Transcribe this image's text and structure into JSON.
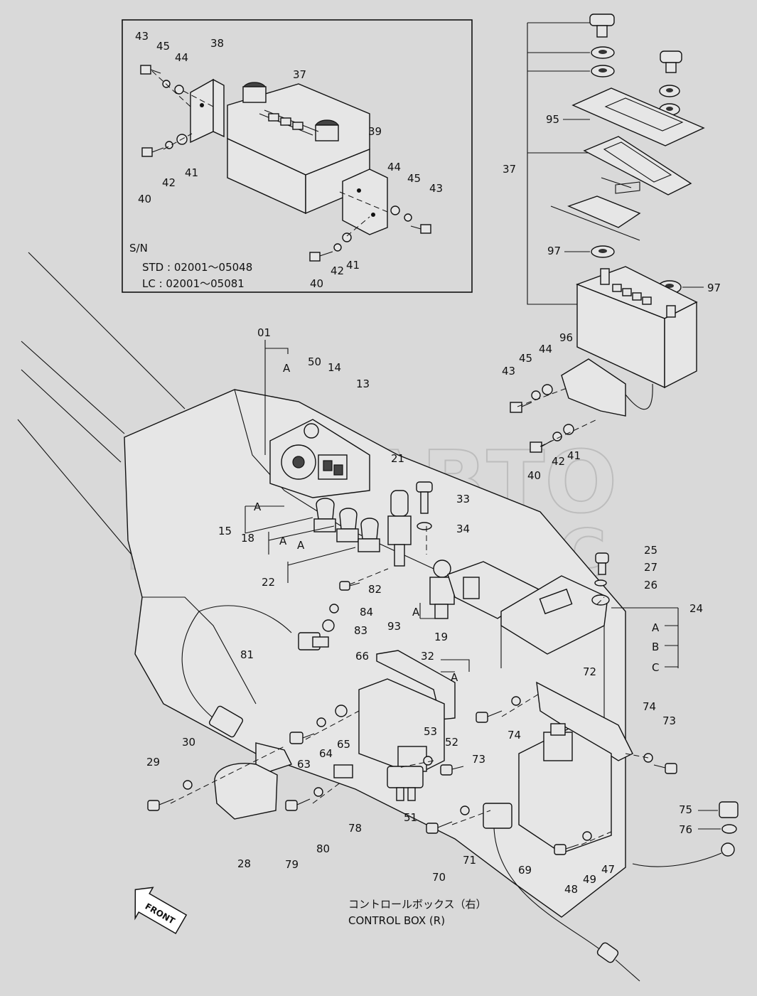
{
  "inset": {
    "serial_title": "S/N",
    "serial_std": "STD : 02001～05048",
    "serial_lc": "LC   : 02001～05081"
  },
  "caption": {
    "japanese": "コントロールボックス（右）",
    "english": "CONTROL BOX (R)"
  },
  "front_label": "FRONT",
  "watermark": {
    "line1": "АВТО",
    "line2": "АЛЬЯНС"
  },
  "labels": {
    "inset_43a": "43",
    "inset_45a": "45",
    "inset_44a": "44",
    "inset_38": "38",
    "inset_37": "37",
    "inset_40a": "40",
    "inset_42a": "42",
    "inset_41a": "41",
    "inset_39": "39",
    "inset_44b": "44",
    "inset_45b": "45",
    "inset_43b": "43",
    "inset_40b": "40",
    "inset_42b": "42",
    "inset_41b": "41",
    "r37": "37",
    "r95": "95",
    "r97a": "97",
    "r97b": "97",
    "r96": "96",
    "r45": "45",
    "r44": "44",
    "r43": "43",
    "r40": "40",
    "r42": "42",
    "r41": "41",
    "p01": "01",
    "pA1": "A",
    "p50": "50",
    "p14": "14",
    "p13": "13",
    "p21": "21",
    "p33": "33",
    "p34": "34",
    "pA2": "A",
    "p15": "15",
    "pA3": "A",
    "p18": "18",
    "pA4": "A",
    "p22": "22",
    "p82": "82",
    "p84": "84",
    "p83": "83",
    "p81": "81",
    "pA5": "A",
    "p19": "19",
    "p25": "25",
    "p27": "27",
    "p26": "26",
    "p24": "24",
    "pA6": "A",
    "pB": "B",
    "pC": "C",
    "p93": "93",
    "p66": "66",
    "p32": "32",
    "pA7": "A",
    "p72": "72",
    "p74a": "74",
    "p74b": "74",
    "p73a": "73",
    "p73b": "73",
    "p53": "53",
    "p52": "52",
    "p63": "63",
    "p64": "64",
    "p65": "65",
    "p29": "29",
    "p30": "30",
    "p51": "51",
    "p78": "78",
    "p28": "28",
    "p79": "79",
    "p80": "80",
    "p70": "70",
    "p71": "71",
    "p69": "69",
    "p48": "48",
    "p49": "49",
    "p47": "47",
    "p75": "75",
    "p76": "76"
  }
}
